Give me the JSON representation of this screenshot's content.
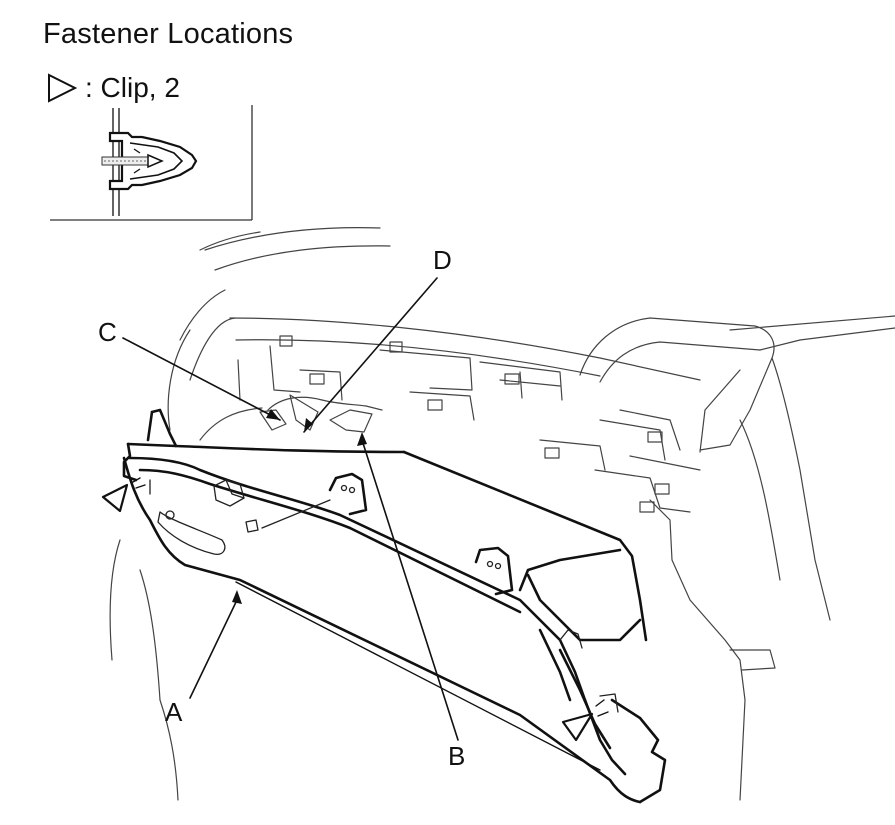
{
  "title": "Fastener Locations",
  "legend": {
    "symbol": "clip-triangle-icon",
    "text": ": Clip, 2"
  },
  "callouts": {
    "a": "A",
    "b": "B",
    "c": "C",
    "d": "D"
  },
  "colors": {
    "line": "#111111",
    "background": "#ffffff",
    "thin_line": "#555555"
  }
}
